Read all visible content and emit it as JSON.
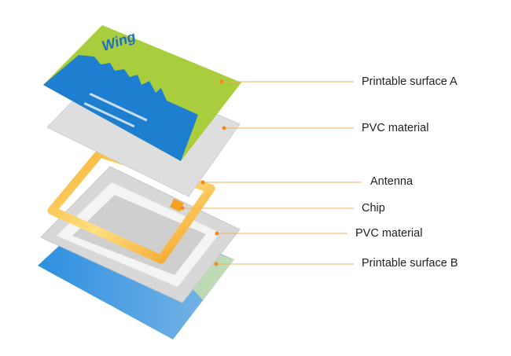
{
  "card_logo": "Wing",
  "labels": [
    {
      "text": "Printable surface A"
    },
    {
      "text": "PVC material"
    },
    {
      "text": "Antenna"
    },
    {
      "text": "Chip"
    },
    {
      "text": "PVC material"
    },
    {
      "text": "Printable surface B"
    }
  ],
  "colors": {
    "leader": "#f0a040",
    "dot": "#f08a20",
    "antenna": "#f5a623",
    "blue": "#1e7fd0",
    "green": "#a8cc3a",
    "pvc": "#dcdcdc"
  }
}
